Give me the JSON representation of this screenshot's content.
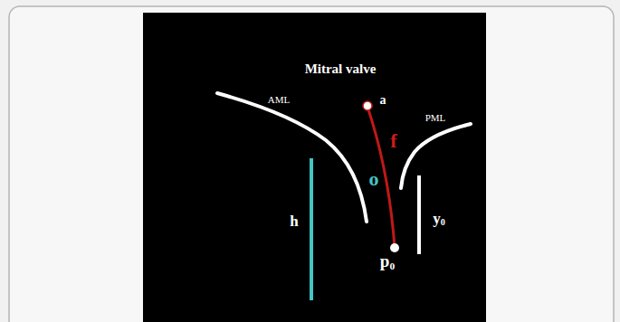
{
  "diagram": {
    "title": "Mitral valve",
    "labels": [
      "AML",
      "a",
      "PML",
      "f",
      "o",
      "h",
      "y0",
      "p0"
    ]
  }
}
